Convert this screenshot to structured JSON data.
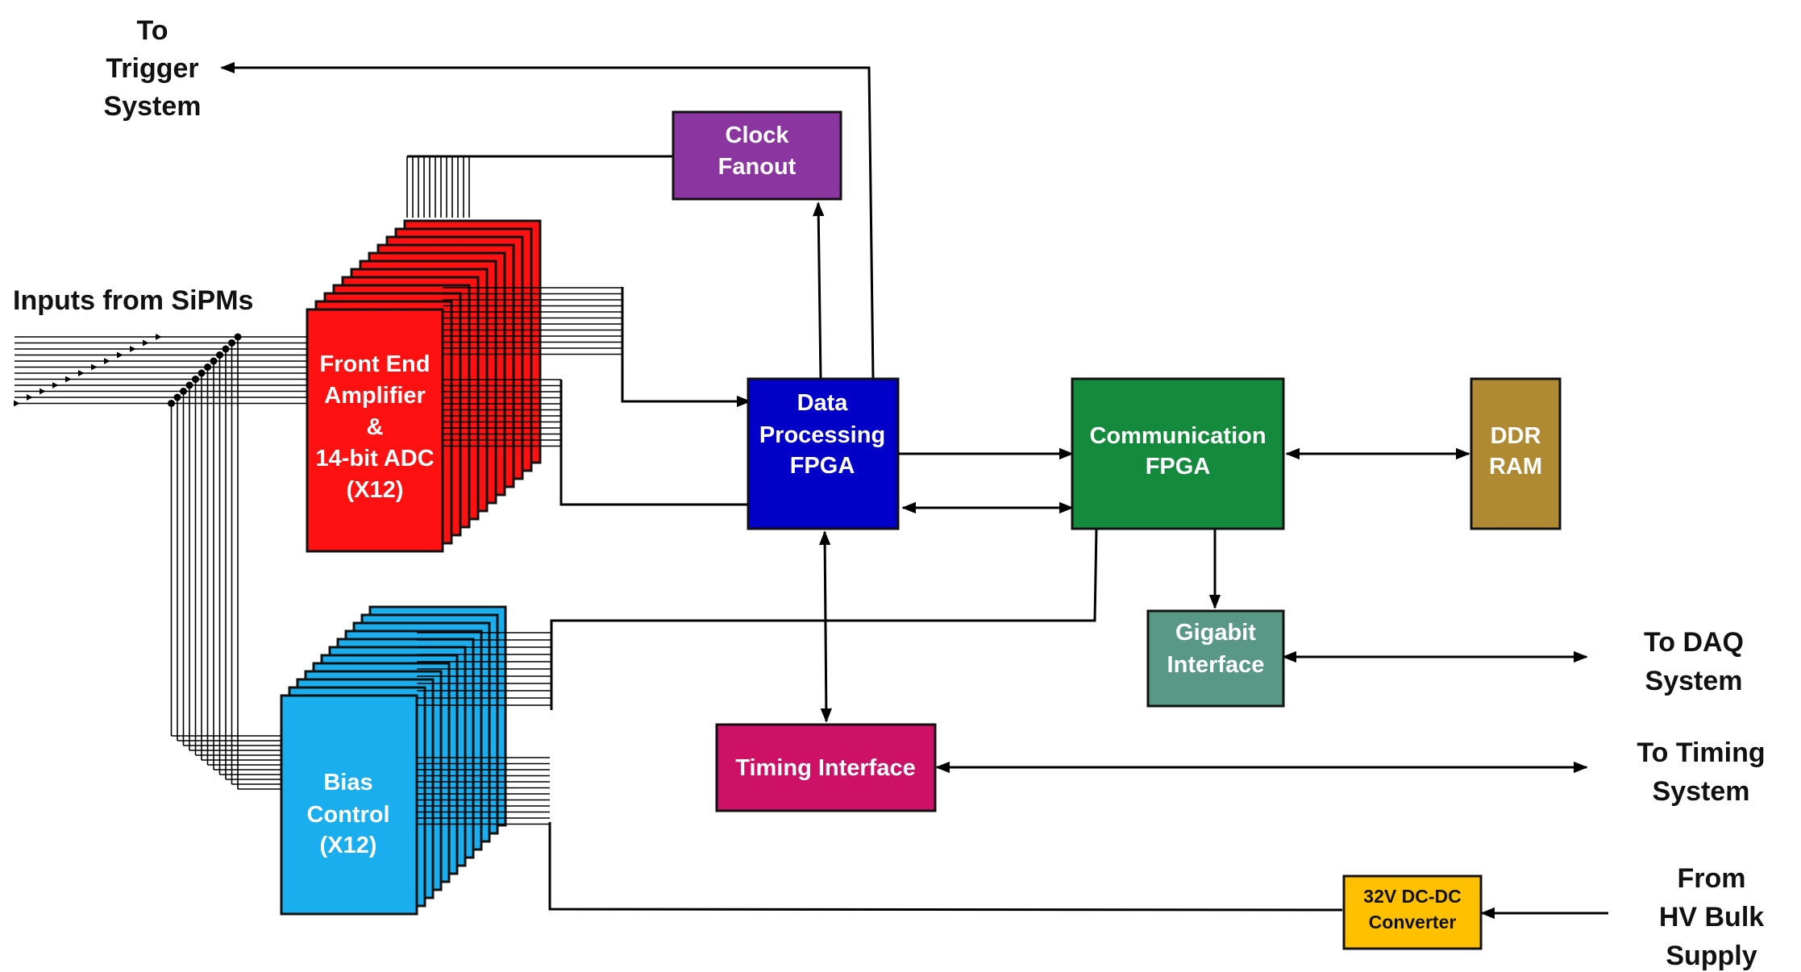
{
  "labels": {
    "to_trigger": [
      "To",
      "Trigger",
      "System"
    ],
    "inputs_sipms": "Inputs from SiPMs",
    "to_daq": [
      "To DAQ",
      "System"
    ],
    "to_timing": [
      "To Timing",
      "System"
    ],
    "from_hv": [
      "From",
      "HV Bulk",
      "Supply"
    ]
  },
  "blocks": {
    "clock_fanout": {
      "lines": [
        "Clock",
        "Fanout"
      ],
      "color": "#8B35A1"
    },
    "front_end": {
      "lines": [
        "Front End",
        "Amplifier",
        "&",
        "14-bit ADC",
        "(X12)"
      ],
      "color": "#FF1111"
    },
    "bias_control": {
      "lines": [
        "Bias",
        "Control",
        "(X12)"
      ],
      "color": "#1AAEEF"
    },
    "data_fpga": {
      "lines": [
        "Data",
        "Processing",
        "FPGA"
      ],
      "color": "#0000C8"
    },
    "comm_fpga": {
      "lines": [
        "Communication",
        "FPGA"
      ],
      "color": "#138A3C"
    },
    "ddr_ram": {
      "lines": [
        "DDR",
        "RAM"
      ],
      "color": "#B08A33"
    },
    "gigabit": {
      "lines": [
        "Gigabit",
        "Interface"
      ],
      "color": "#5A9886"
    },
    "timing_if": {
      "lines": [
        "Timing Interface"
      ],
      "color": "#CC1166"
    },
    "dcdc": {
      "lines": [
        "32V DC-DC",
        "Converter"
      ],
      "color": "#FFC000"
    }
  }
}
